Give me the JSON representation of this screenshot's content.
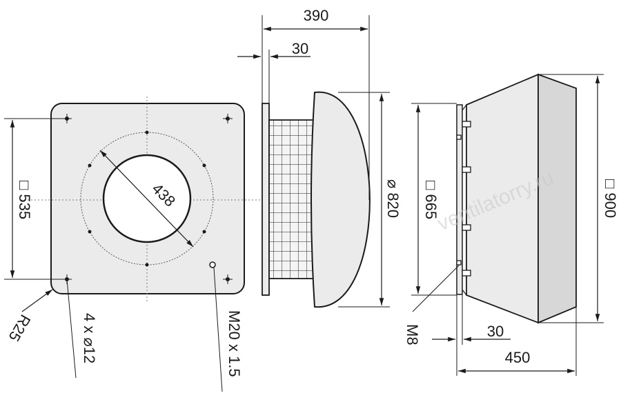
{
  "front_view": {
    "square_label": "□ 535",
    "hole_diameter_label": "438",
    "corner_radius_label": "R25",
    "holes_label": "4 x ⌀12",
    "thread_label": "M20 x 1.5"
  },
  "side_view": {
    "depth_label": "390",
    "flange_label": "30",
    "diameter_label": "⌀ 820"
  },
  "right_view": {
    "inner_square_label": "□ 665",
    "outer_square_label": "□ 900",
    "bolt_label": "M8",
    "flange_label": "30",
    "depth_label": "450"
  },
  "watermark": "ventilatorry.ru",
  "colors": {
    "body_fill": "#ebebeb",
    "side_fill": "#d7d7d7",
    "line": "#1a1a1a",
    "centerline": "#777777"
  }
}
